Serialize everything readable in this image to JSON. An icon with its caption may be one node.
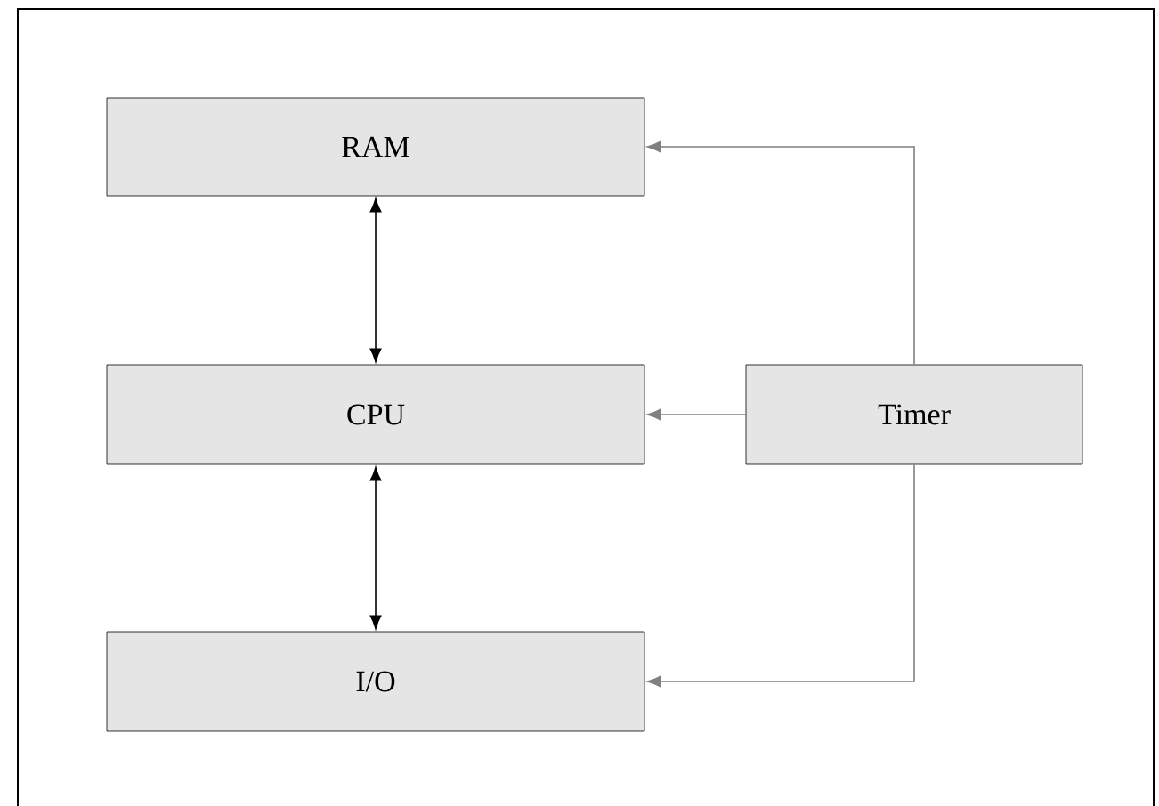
{
  "diagram": {
    "nodes": [
      {
        "text": [
          "RAM"
        ]
      },
      {
        "text": [
          "CPU"
        ]
      },
      {
        "text": [
          "Timer"
        ]
      },
      {
        "text": [
          "I/O"
        ]
      }
    ],
    "edges": [
      {
        "from": 0,
        "to": 1,
        "arrow": "both",
        "color": "#000000"
      },
      {
        "from": 1,
        "to": 3,
        "arrow": "both",
        "color": "#000000"
      },
      {
        "from": 2,
        "to": 0,
        "arrow": "to",
        "color": "#808080"
      },
      {
        "from": 2,
        "to": 1,
        "arrow": "to",
        "color": "#808080"
      },
      {
        "from": 2,
        "to": 3,
        "arrow": "to",
        "color": "#808080"
      }
    ]
  }
}
